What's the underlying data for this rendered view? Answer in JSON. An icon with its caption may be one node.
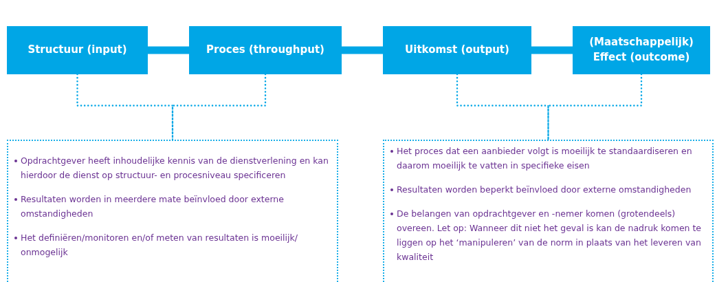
{
  "diagram": {
    "nodes": [
      {
        "text": [
          "Structuur (input)"
        ]
      },
      {
        "text": [
          "Proces (throughput)"
        ]
      },
      {
        "text": [
          "Uitkomst (output)"
        ]
      },
      {
        "text": [
          "(Maatschappelijk) Effect (outcome)"
        ]
      },
      {
        "text": [
          "Opdrachtgever heeft inhoudelijke kennis van de dienstverlening en kan hierdoor de dienst op structuur- en procesniveau specificeren",
          "Resultaten worden in meerdere mate beïnvloed door externe omstandigheden",
          "Het definiëren/monitoren en/of meten van resultaten is moeilijk/ onmogelijk"
        ]
      },
      {
        "text": [
          "Het proces dat een aanbieder volgt is moeilijk te standaardiseren en daarom moeilijk te vatten in specifieke eisen",
          "Resultaten worden beperkt beïnvloed door externe omstandigheden",
          "De belangen van opdrachtgever en -nemer komen (grotendeels) overeen. Let op: Wanneer dit niet het geval is kan de nadruk komen te liggen op het ‘manipuleren’ van de norm in plaats van het leveren van kwaliteit"
        ]
      }
    ],
    "edges": [
      {
        "from": 0,
        "to": 1,
        "arrow": "none",
        "style": "thick"
      },
      {
        "from": 1,
        "to": 2,
        "arrow": "none",
        "style": "thick"
      },
      {
        "from": 2,
        "to": 3,
        "arrow": "none",
        "style": "thick"
      },
      {
        "from": 0,
        "to": 4,
        "arrow": "none",
        "style": "dashed"
      },
      {
        "from": 1,
        "to": 4,
        "arrow": "none",
        "style": "dashed"
      },
      {
        "from": 2,
        "to": 5,
        "arrow": "none",
        "style": "dashed"
      },
      {
        "from": 3,
        "to": 5,
        "arrow": "none",
        "style": "dashed"
      }
    ]
  }
}
